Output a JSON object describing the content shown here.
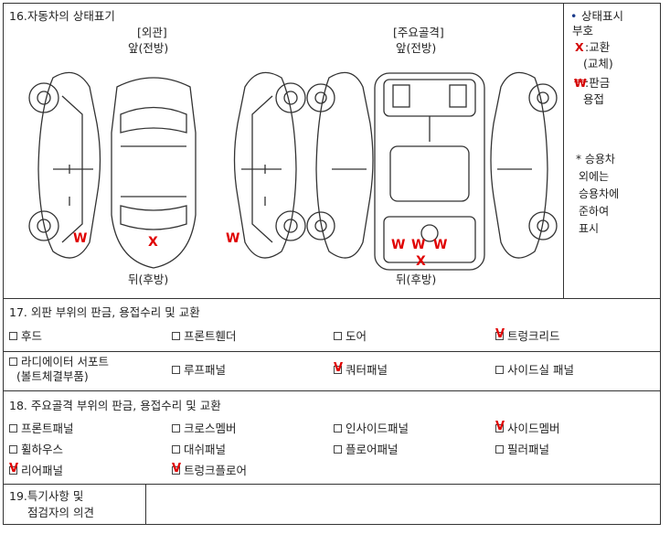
{
  "sec16": {
    "title": "16.자동차의 상태표기",
    "exterior_heading": "[외관]",
    "frame_heading": "[주요골격]",
    "front": "앞(전방)",
    "rear": "뒤(후방)",
    "legend": {
      "bullet": "•",
      "heading": "상태표시",
      "heading2": "부호",
      "x_symbol": "X",
      "x_label": ":교환",
      "x_label2": "(교체)",
      "w_symbol": "₩",
      "w_label": ":판금",
      "w_label2": "용접",
      "note": "* 승용차",
      "note_lines": [
        "외에는",
        "승용차에",
        "준하여",
        "표시"
      ]
    },
    "marks": {
      "w": "W",
      "x": "X"
    }
  },
  "sec17": {
    "title": "17. 외판 부위의 판금, 용접수리 및 교환",
    "items": [
      {
        "label": "후드",
        "checked": false
      },
      {
        "label": "프론트휀더",
        "checked": false
      },
      {
        "label": "도어",
        "checked": false
      },
      {
        "label": "트렁크리드",
        "checked": true
      },
      {
        "label": "라디에이터 서포트",
        "label2": "(볼트체결부품)",
        "checked": false
      },
      {
        "label": "루프패널",
        "checked": false
      },
      {
        "label": "쿼터패널",
        "checked": true
      },
      {
        "label": "사이드실 패널",
        "checked": false
      }
    ]
  },
  "sec18": {
    "title": "18. 주요골격 부위의 판금, 용접수리 및 교환",
    "items": [
      {
        "label": "프론트패널",
        "checked": false
      },
      {
        "label": "크로스멤버",
        "checked": false
      },
      {
        "label": "인사이드패널",
        "checked": false
      },
      {
        "label": "사이드멤버",
        "checked": true
      },
      {
        "label": "휠하우스",
        "checked": false
      },
      {
        "label": "대쉬패널",
        "checked": false
      },
      {
        "label": "플로어패널",
        "checked": false
      },
      {
        "label": "필러패널",
        "checked": false
      },
      {
        "label": "리어패널",
        "checked": true
      },
      {
        "label": "트렁크플로어",
        "checked": true
      }
    ]
  },
  "sec19": {
    "title": "19.특기사항 및",
    "title2": "점검자의 의견"
  },
  "check_mark": "V"
}
